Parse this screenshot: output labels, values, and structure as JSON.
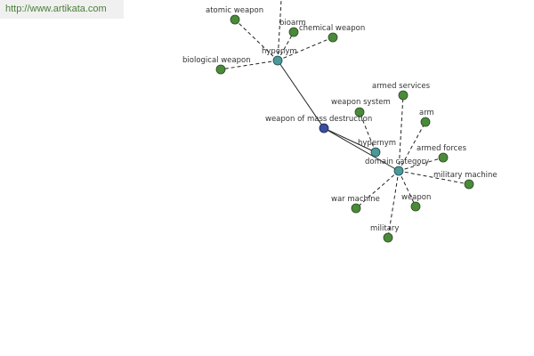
{
  "watermark": {
    "url": "http://www.artikata.com"
  },
  "colors": {
    "center_node": "#3a4fa0",
    "relation_node": "#4a9a9a",
    "leaf_node": "#4a8a3a",
    "edge": "#222222"
  },
  "center": {
    "label": "weapon of mass destruction"
  },
  "relations": {
    "hyponym": "hyponym",
    "hypernym": "hypernym",
    "domain_category": "domain category"
  },
  "leaves": {
    "atomic_weapon": "atomic weapon",
    "bioarm": "bioarm",
    "chemical_weapon": "chemical weapon",
    "biological_weapon": "biological weapon",
    "weapon_system": "weapon system",
    "armed_services": "armed services",
    "arm": "arm",
    "armed_forces": "armed forces",
    "military_machine": "military machine",
    "war_machine": "war machine",
    "weapon": "weapon",
    "military": "military"
  }
}
